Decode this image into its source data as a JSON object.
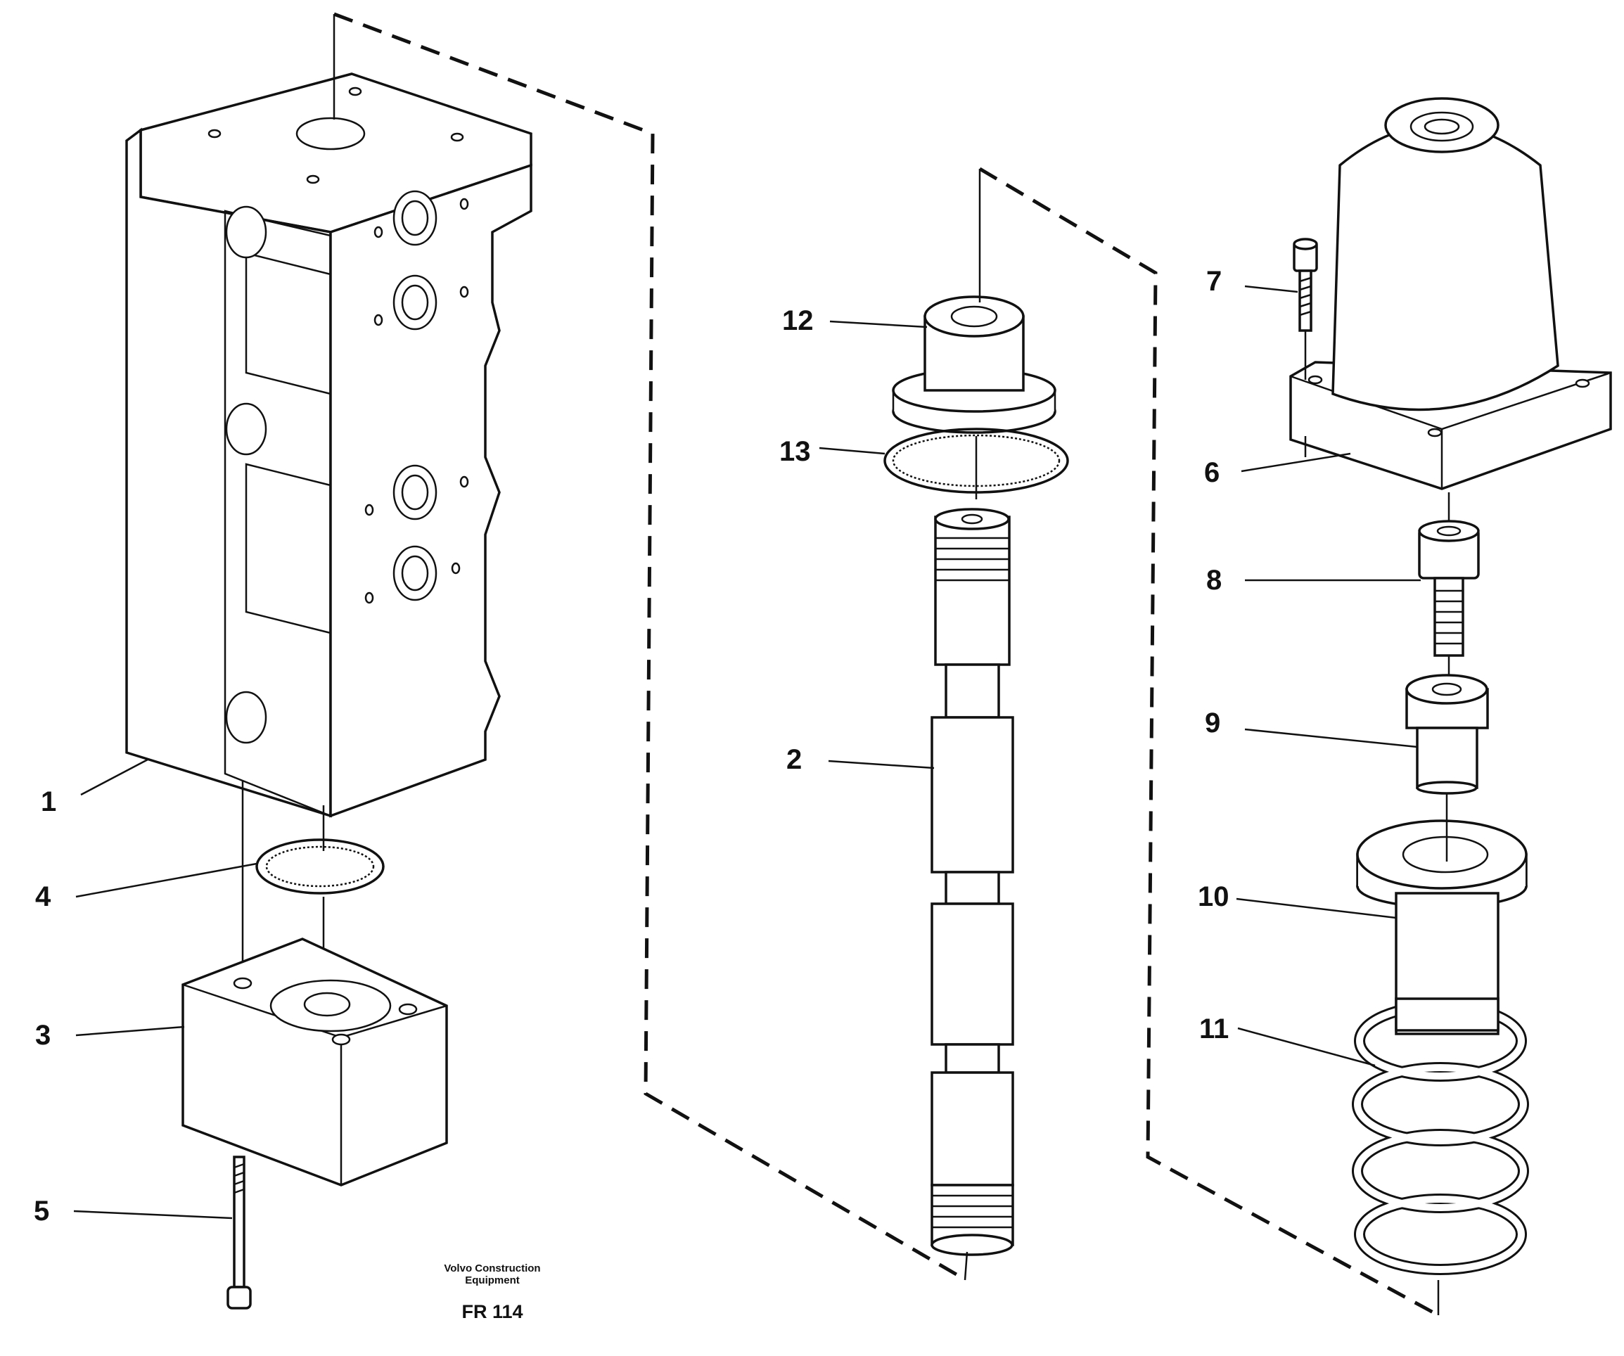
{
  "diagram": {
    "callouts": [
      {
        "id": "1",
        "label": "1"
      },
      {
        "id": "2",
        "label": "2"
      },
      {
        "id": "3",
        "label": "3"
      },
      {
        "id": "4",
        "label": "4"
      },
      {
        "id": "5",
        "label": "5"
      },
      {
        "id": "6",
        "label": "6"
      },
      {
        "id": "7",
        "label": "7"
      },
      {
        "id": "8",
        "label": "8"
      },
      {
        "id": "9",
        "label": "9"
      },
      {
        "id": "10",
        "label": "10"
      },
      {
        "id": "11",
        "label": "11"
      },
      {
        "id": "12",
        "label": "12"
      },
      {
        "id": "13",
        "label": "13"
      }
    ],
    "caption": {
      "line1": "Volvo Construction",
      "line2": "Equipment",
      "code": "FR 114"
    }
  }
}
